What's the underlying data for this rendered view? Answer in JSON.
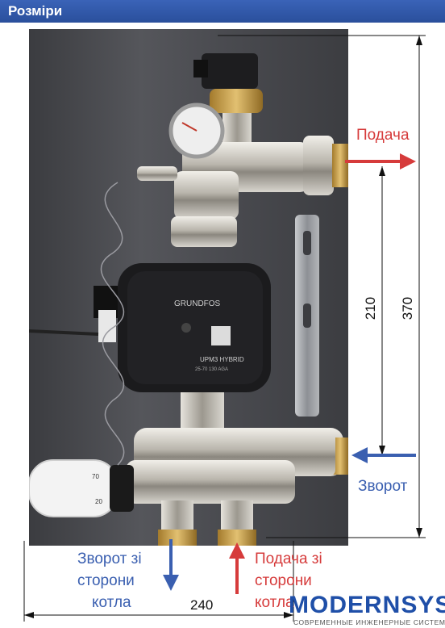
{
  "header": {
    "title": "Розміри"
  },
  "labels": {
    "supply_right": "Подача",
    "return_right": "Зворот",
    "return_boiler_line1": "Зворот зі",
    "return_boiler_line2": "сторони",
    "return_boiler_line3": "котла",
    "supply_boiler_line1": "Подача зі",
    "supply_boiler_line2": "сторони",
    "supply_boiler_line3": "котла"
  },
  "dimensions": {
    "height_total": "370",
    "height_inner": "210",
    "width": "240"
  },
  "photo_text": {
    "brand": "GRUNDFOS",
    "model": "UPM3 HYBRID",
    "model_sub": "25-70 130 AGA",
    "thermo_scale_top": "70",
    "thermo_scale_bottom": "20"
  },
  "logo": {
    "name": "MODERNSYS",
    "tagline": "СОВРЕМЕННЫЕ ИНЖЕНЕРНЫЕ СИСТЕМЫ"
  },
  "colors": {
    "header": "#2f57a8",
    "supply": "#d63b3b",
    "return": "#3a5fb0"
  }
}
